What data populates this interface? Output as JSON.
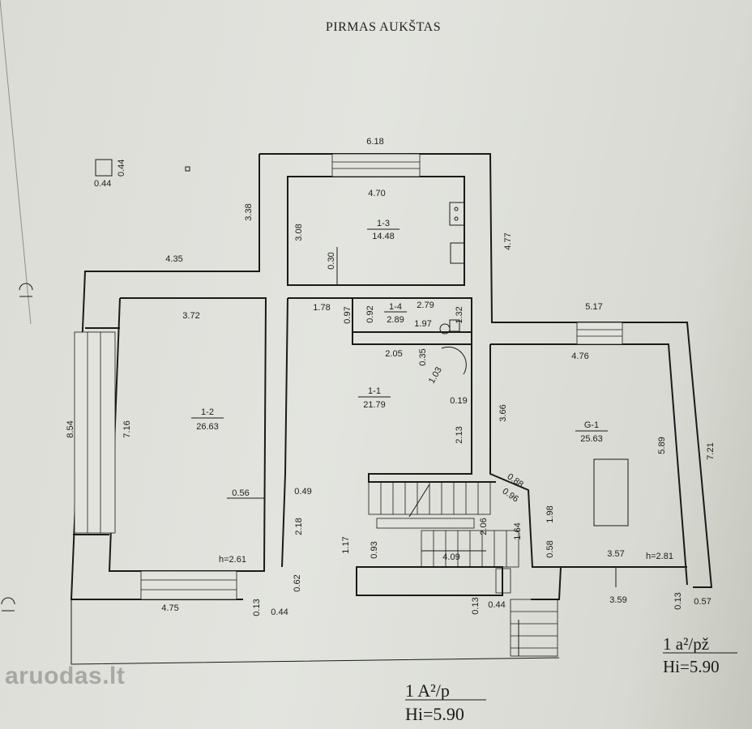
{
  "title": "PIRMAS AUKŠTAS",
  "watermark": "aruodas.lt",
  "rooms": [
    {
      "id": "1-1",
      "area": "21.79"
    },
    {
      "id": "1-2",
      "area": "26.63"
    },
    {
      "id": "1-3",
      "area": "14.48"
    },
    {
      "id": "1-4",
      "area": "2.89"
    },
    {
      "id": "G-1",
      "area": "25.63"
    }
  ],
  "heights": {
    "left": "h=2.61",
    "right": "h=2.81"
  },
  "dimensions": {
    "top_width": "6.18",
    "kitchen_width": "4.70",
    "kitchen_height": "3.08",
    "kitchen_offset": "0.30",
    "left_wing_top": "3.38",
    "left_wing_width": "4.35",
    "right_side": "4.77",
    "chimney_w": "0.44",
    "chimney_h": "0.44",
    "room12_width": "3.72",
    "room12_height": "7.16",
    "outer_left_height": "8.54",
    "bottom_left": "4.75",
    "bottom_013_a": "0.13",
    "bottom_044_a": "0.44",
    "d_062": "0.62",
    "d_056": "0.56",
    "d_049": "0.49",
    "d_218": "2.18",
    "d_117": "1.17",
    "d_093": "0.93",
    "d_409": "4.09",
    "d_206": "2.06",
    "d_164": "1.64",
    "d_178": "1.78",
    "d_097": "0.97",
    "d_092": "0.92",
    "d_279": "2.79",
    "d_197": "1.97",
    "d_132": "1.32",
    "d_205": "2.05",
    "d_035": "0.35",
    "d_103": "1.03",
    "d_019": "0.19",
    "d_213": "2.13",
    "garage_top": "5.17",
    "garage_width": "4.76",
    "garage_left": "3.66",
    "garage_right": "5.89",
    "garage_outer": "7.21",
    "d_088": "0.88",
    "d_096": "0.96",
    "d_198": "1.98",
    "d_058": "0.58",
    "d_357": "3.57",
    "d_359": "3.59",
    "bottom_013_b": "0.13",
    "bottom_044_b": "0.44",
    "bottom_013_c": "0.13",
    "bottom_057": "0.57"
  },
  "notes": {
    "bottom": {
      "line1": "1 A²/p",
      "line2": "Hi=5.90"
    },
    "right": {
      "line1": "1 a²/pž",
      "line2": "Hi=5.90"
    }
  }
}
